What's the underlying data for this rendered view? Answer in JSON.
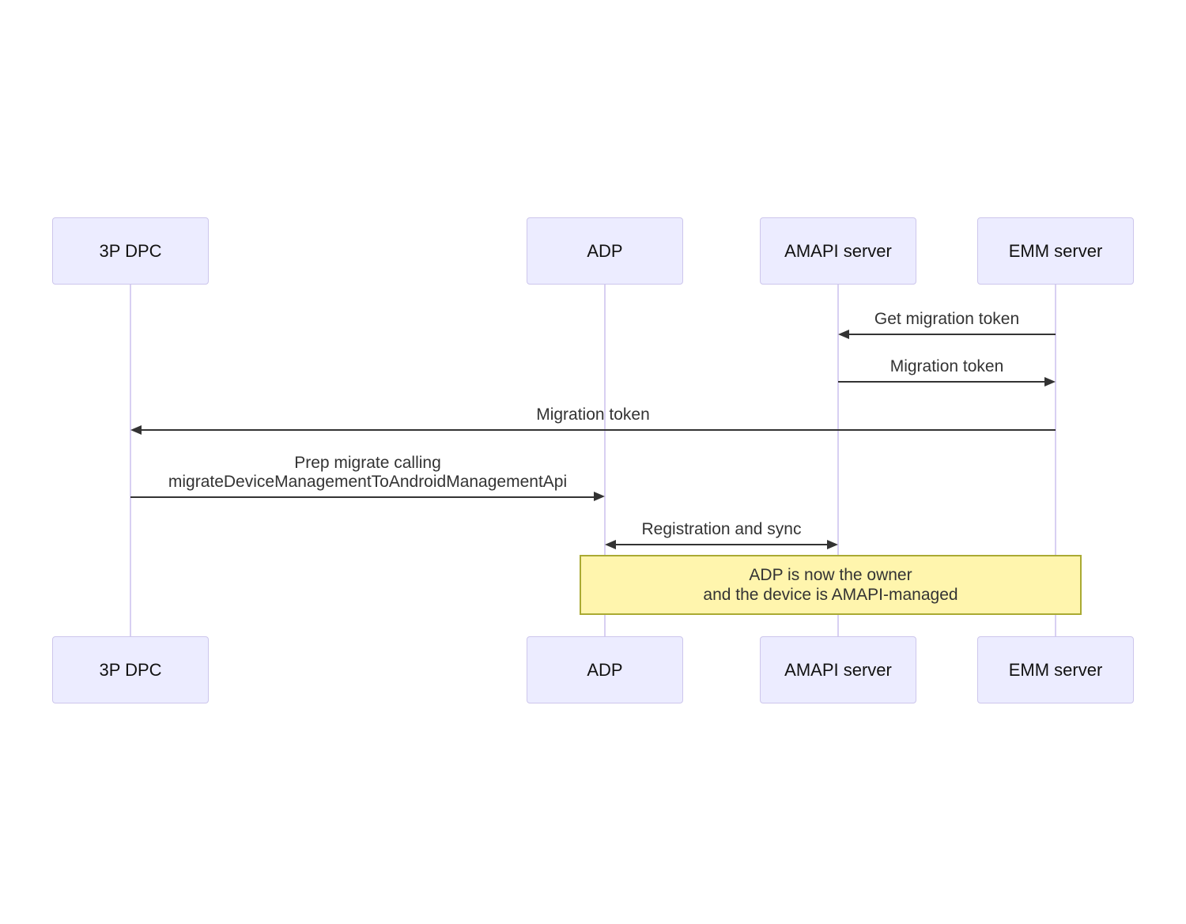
{
  "diagram": {
    "type": "sequence-diagram",
    "actors": [
      {
        "id": "3p-dpc",
        "label": "3P DPC"
      },
      {
        "id": "adp",
        "label": "ADP"
      },
      {
        "id": "amapi-server",
        "label": "AMAPI server"
      },
      {
        "id": "emm-server",
        "label": "EMM server"
      }
    ],
    "messages": [
      {
        "from": "EMM server",
        "to": "AMAPI server",
        "arrow": "left",
        "lines": [
          "Get migration token"
        ]
      },
      {
        "from": "AMAPI server",
        "to": "EMM server",
        "arrow": "right",
        "lines": [
          "Migration token"
        ]
      },
      {
        "from": "EMM server",
        "to": "3P DPC",
        "arrow": "left",
        "lines": [
          "Migration token"
        ]
      },
      {
        "from": "3P DPC",
        "to": "ADP",
        "arrow": "right",
        "lines": [
          "Prep migrate calling",
          "migrateDeviceManagementToAndroidManagementApi"
        ]
      },
      {
        "from": "ADP",
        "to": "AMAPI server",
        "arrow": "both",
        "lines": [
          "Registration and sync"
        ]
      }
    ],
    "note": {
      "over": [
        "ADP",
        "EMM server"
      ],
      "lines": [
        "ADP is now the owner",
        "and the device is AMAPI-managed"
      ]
    },
    "colors": {
      "actor_fill": "#ECECFF",
      "actor_border": "#CDC6EC",
      "lifeline": "#D8D0F2",
      "note_fill": "#FFF5AD",
      "note_border": "#AAAA33",
      "arrow": "#333333",
      "message_text": "#333333",
      "actor_text": "#111111"
    }
  }
}
